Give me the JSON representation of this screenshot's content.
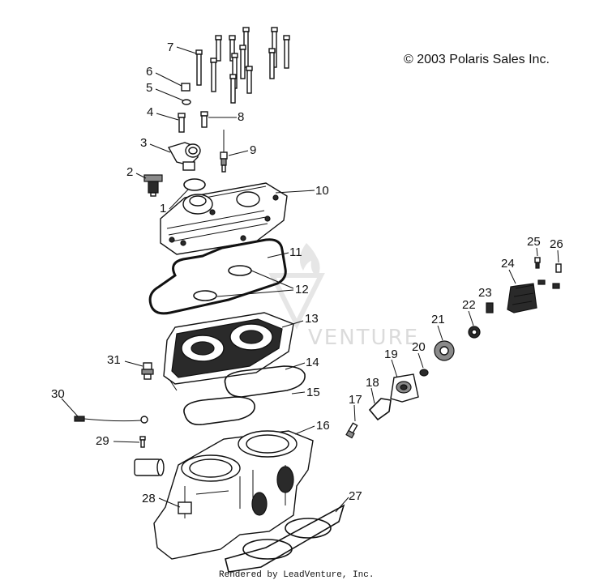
{
  "copyright": "© 2003 Polaris Sales Inc.",
  "rendered_by": "Rendered by LeadVenture, Inc.",
  "watermark": "VENTURE",
  "callouts": [
    "1",
    "2",
    "3",
    "4",
    "5",
    "6",
    "7",
    "8",
    "9",
    "10",
    "11",
    "12",
    "13",
    "14",
    "15",
    "16",
    "17",
    "18",
    "19",
    "20",
    "21",
    "22",
    "23",
    "24",
    "25",
    "26",
    "27",
    "28",
    "29",
    "30",
    "31"
  ]
}
